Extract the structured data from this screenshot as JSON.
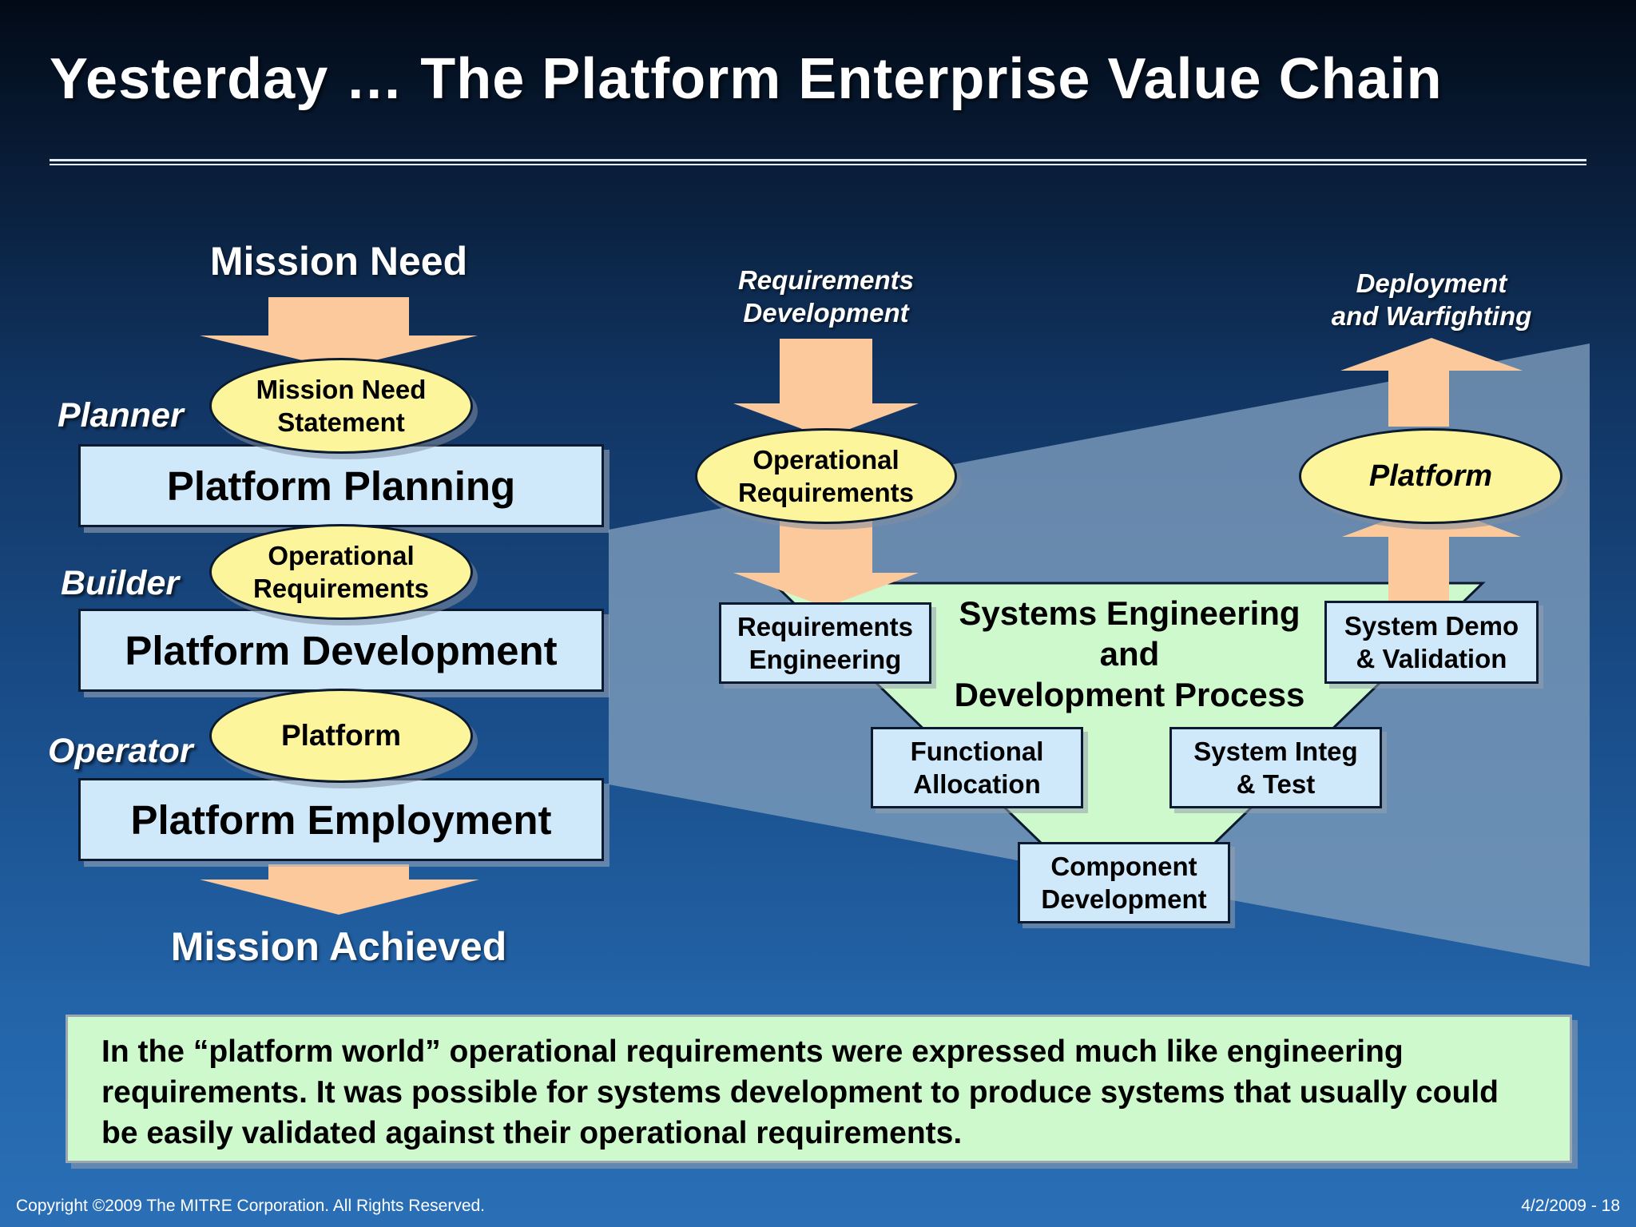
{
  "slide": {
    "title": "Yesterday … The Platform Enterprise Value Chain",
    "mission_need": "Mission Need",
    "mission_achieved": "Mission Achieved",
    "roles": {
      "planner": "Planner",
      "builder": "Builder",
      "operator": "Operator"
    },
    "stages": {
      "planning": "Platform Planning",
      "development": "Platform Development",
      "employment": "Platform Employment"
    },
    "left_ovals": {
      "mission_need_statement": [
        "Mission Need",
        "Statement"
      ],
      "operational_requirements": [
        "Operational",
        "Requirements"
      ],
      "platform": "Platform"
    },
    "right": {
      "requirements_development": [
        "Requirements",
        "Development"
      ],
      "deployment_warfighting": [
        "Deployment",
        "and Warfighting"
      ],
      "oval_operational_requirements": [
        "Operational",
        "Requirements"
      ],
      "oval_platform": "Platform",
      "process_title": [
        "Systems Engineering",
        "and",
        "Development Process"
      ],
      "boxes": {
        "requirements_engineering": [
          "Requirements",
          "Engineering"
        ],
        "functional_allocation": [
          "Functional",
          "Allocation"
        ],
        "component_development": [
          "Component",
          "Development"
        ],
        "system_integ_test": [
          "System Integ",
          "& Test"
        ],
        "system_demo_validation": [
          "System Demo",
          "& Validation"
        ]
      }
    },
    "note": "In the “platform world” operational requirements were expressed much like engineering requirements.  It was possible for systems development to produce systems that usually could be easily validated against their operational requirements.",
    "footer": {
      "copyright": "Copyright ©2009 The MITRE Corporation.  All Rights Reserved.",
      "page": "4/2/2009 - 18"
    }
  },
  "colors": {
    "stage_fill": "#cfe9fb",
    "oval_fill": "#fdf59c",
    "arrow_fill": "#fbc99b",
    "process_fill": "#cdf9cd",
    "note_fill": "#cdf9cd"
  }
}
